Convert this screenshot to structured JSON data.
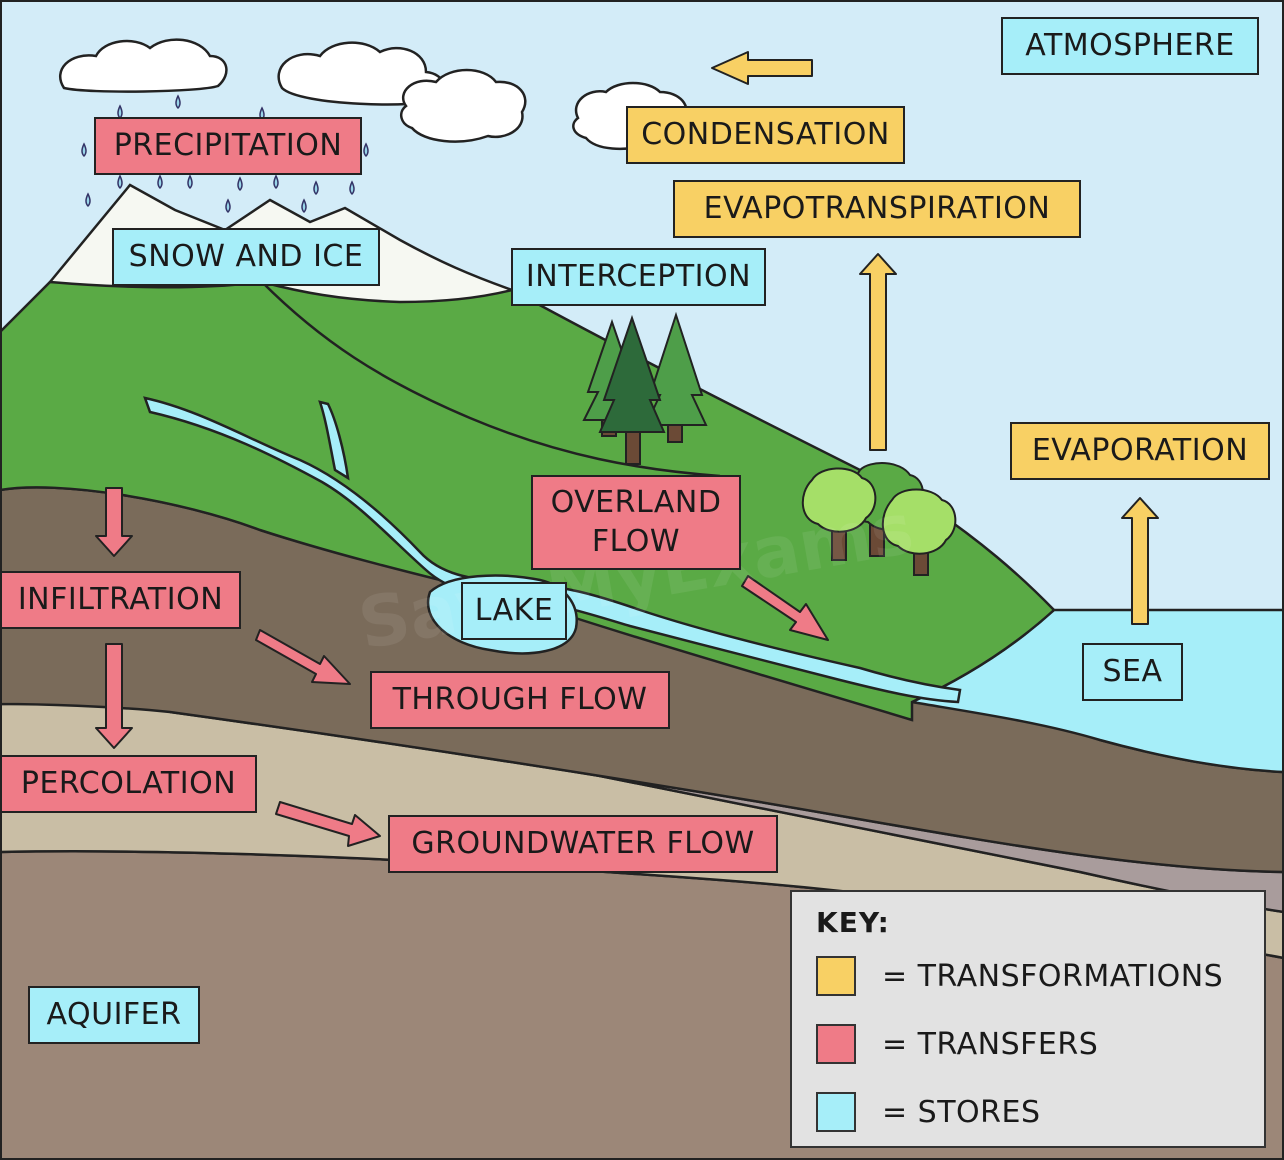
{
  "colors": {
    "sky": "#d3ecf8",
    "grass": "#5aaa45",
    "soil": "#7a6b5a",
    "rock_light": "#c9bea5",
    "rock_purple": "#a99c9c",
    "aquifer_rock": "#9c8778",
    "water": "#a6eef9",
    "snow": "#f6f8f2",
    "store": "#a6eef9",
    "transfer": "#ef7b87",
    "transformation": "#f8d064"
  },
  "labels": {
    "atmosphere": "ATMOSPHERE",
    "precipitation": "PRECIPITATION",
    "condensation": "CONDENSATION",
    "evapotranspiration": "EVAPOTRANSPIRATION",
    "snow_and_ice": "SNOW AND ICE",
    "interception": "INTERCEPTION",
    "evaporation": "EVAPORATION",
    "overland_flow": "OVERLAND FLOW",
    "infiltration": "INFILTRATION",
    "lake": "LAKE",
    "sea": "SEA",
    "through_flow": "THROUGH FLOW",
    "percolation": "PERCOLATION",
    "groundwater_flow": "GROUNDWATER FLOW",
    "aquifer": "AQUIFER"
  },
  "key": {
    "title": "KEY:",
    "transformations": "= TRANSFORMATIONS",
    "transfers": "= TRANSFERS",
    "stores": "= STORES"
  },
  "watermark": "SaveMyExams"
}
